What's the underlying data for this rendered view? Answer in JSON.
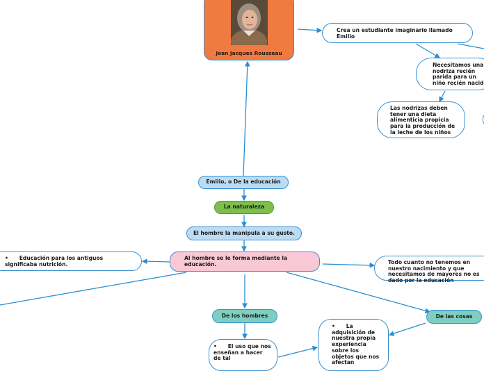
{
  "root": {
    "label": "Jean Jacques Rousseau",
    "image": "portrait-of-rousseau"
  },
  "nodes": {
    "emilio": "Emilio, o De la educación",
    "naturaleza": "La naturaleza",
    "manipula": "El hombre la manipula a su gusto.",
    "forma": "Al hombre se le forma mediante la educación.",
    "antiguos": "Educación para los antiguos significaba nutrición.",
    "nacimiento": "Todo cuanto no tenemos en nuestro nacimiento y que necesitamos de mayores no es dado por la educación",
    "hombres": "De los hombres",
    "cosas": "De las cosas",
    "uso": "El uso que nos enseñan a hacer de tal",
    "adquisicion": "La adquisición de nuestra propia experiencia sobre los objetos que nos afectan",
    "estudiante": "Crea un estudiante imaginario llamado Emilio",
    "nodriza": "Necesitamos una nodriza recién parida para un niño recién nacido",
    "dieta": "Las nodrizas deben tener una dieta alimenticia propicia para la producción de la leche de los niños"
  },
  "colors": {
    "edge": "#2a8fd0",
    "root_fill": "#f07a40",
    "main_fill": "#bcdcf3",
    "green_fill": "#7cc04b",
    "pink_fill": "#f9c8d6",
    "teal_fill": "#7ecfc1"
  }
}
